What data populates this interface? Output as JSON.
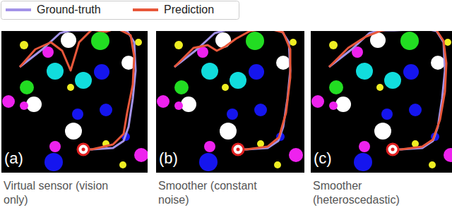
{
  "diagram": {
    "labels": [
      "(a)",
      "(b)",
      "(c)",
      "Virtual sensor (vision only)",
      "Smoother (constant noise)",
      "Smoother (heteroscedastic)"
    ],
    "legend": [
      {
        "text": "Ground-truth"
      },
      {
        "text": "Prediction"
      }
    ]
  }
}
